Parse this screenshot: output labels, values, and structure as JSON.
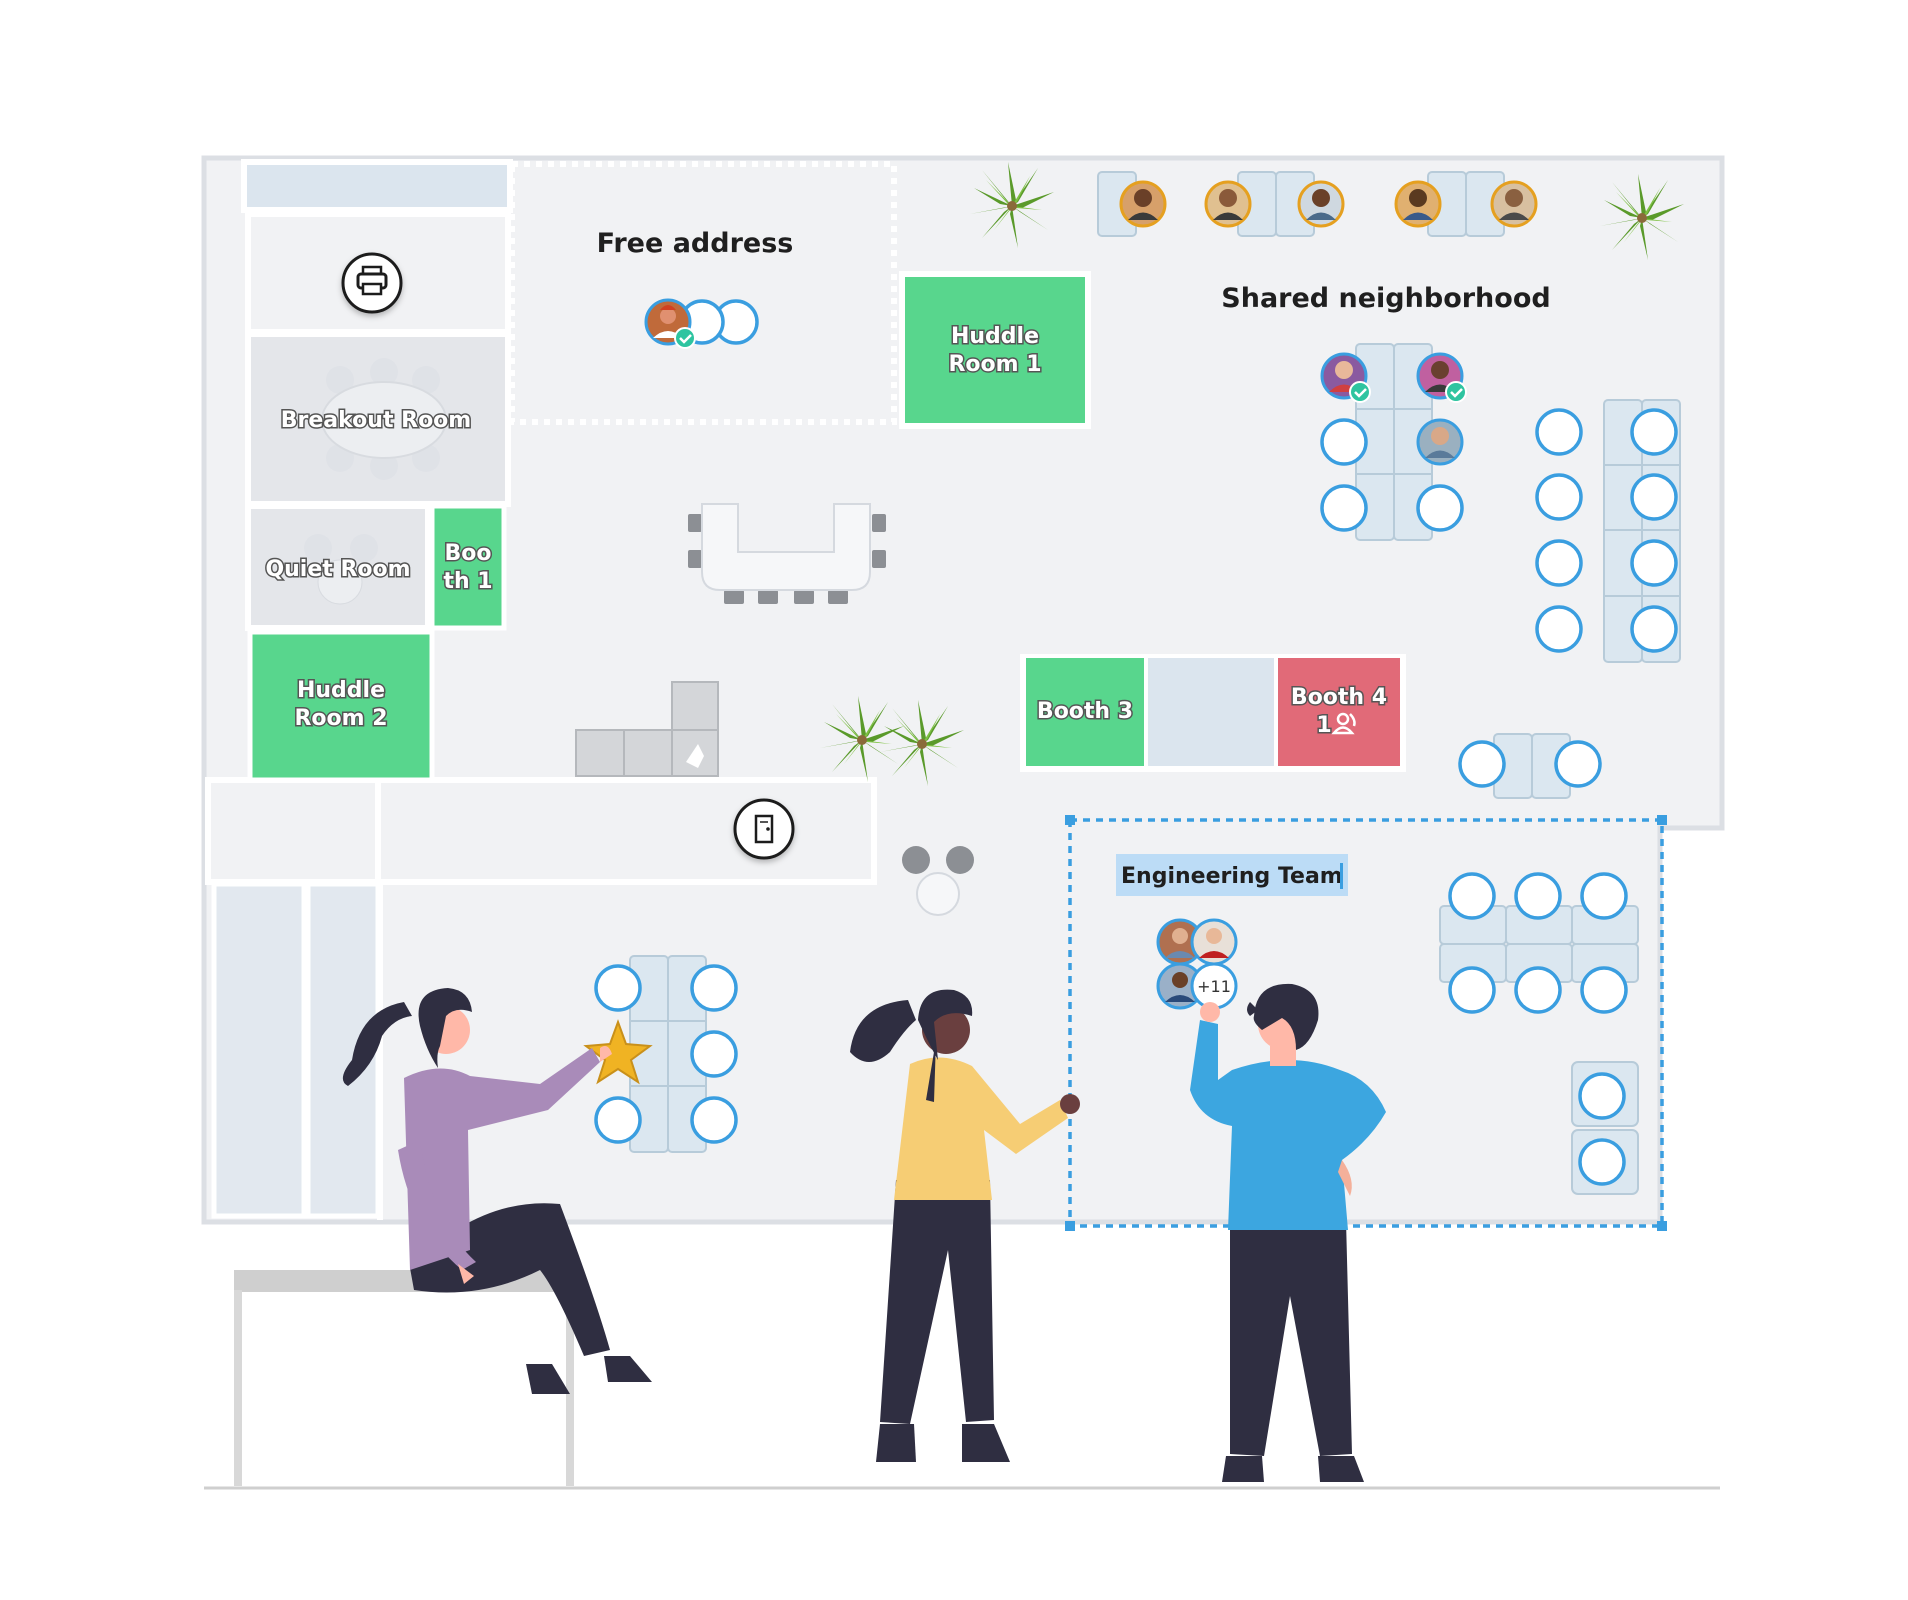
{
  "zones": {
    "free_address": "Free address",
    "shared_neighborhood": "Shared neighborhood",
    "engineering_team": "Engineering Team"
  },
  "rooms": {
    "breakout": "Breakout Room",
    "quiet": "Quiet Room",
    "booth1_line1": "Boo",
    "booth1_line2": "th 1",
    "huddle1_line1": "Huddle",
    "huddle1_line2": "Room 1",
    "huddle2_line1": "Huddle",
    "huddle2_line2": "Room 2",
    "booth3": "Booth 3",
    "booth4": "Booth 4",
    "booth4_count": "1"
  },
  "team_badge": {
    "more_count": "+11"
  },
  "icons": [
    "printer-icon",
    "door-icon",
    "star-icon",
    "check-icon",
    "person-icon",
    "plant-icon",
    "avatar-icon"
  ],
  "colors": {
    "available_room": "#58d68d",
    "occupied_room": "#e16a78",
    "seat_outline": "#3a9ee0",
    "floor": "#f1f2f4",
    "wall": "#d9dde3",
    "selection": "#3a9ee0"
  }
}
